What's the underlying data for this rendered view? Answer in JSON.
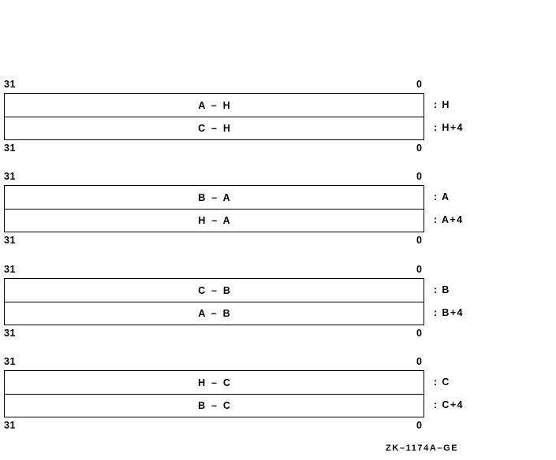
{
  "figure": {
    "id_label": "ZK–1174A–GE",
    "bit_msb": "31",
    "bit_lsb": "0",
    "blocks": [
      {
        "top_bits": {
          "msb": "31",
          "lsb": "0"
        },
        "bottom_bits": {
          "msb": "31",
          "lsb": "0"
        },
        "rows": [
          {
            "text": "A – H",
            "offset": ": H"
          },
          {
            "text": "C – H",
            "offset": ": H+4"
          }
        ]
      },
      {
        "top_bits": {
          "msb": "31",
          "lsb": "0"
        },
        "bottom_bits": {
          "msb": "31",
          "lsb": "0"
        },
        "rows": [
          {
            "text": "B – A",
            "offset": ": A"
          },
          {
            "text": "H – A",
            "offset": ": A+4"
          }
        ]
      },
      {
        "top_bits": {
          "msb": "31",
          "lsb": "0"
        },
        "bottom_bits": {
          "msb": "31",
          "lsb": "0"
        },
        "rows": [
          {
            "text": "C – B",
            "offset": ": B"
          },
          {
            "text": "A – B",
            "offset": ": B+4"
          }
        ]
      },
      {
        "top_bits": {
          "msb": "31",
          "lsb": "0"
        },
        "bottom_bits": {
          "msb": "31",
          "lsb": "0"
        },
        "rows": [
          {
            "text": "H – C",
            "offset": ": C"
          },
          {
            "text": "B – C",
            "offset": ": C+4"
          }
        ]
      }
    ]
  },
  "colors": {
    "ink": "#000000",
    "paper": "#ffffff"
  }
}
